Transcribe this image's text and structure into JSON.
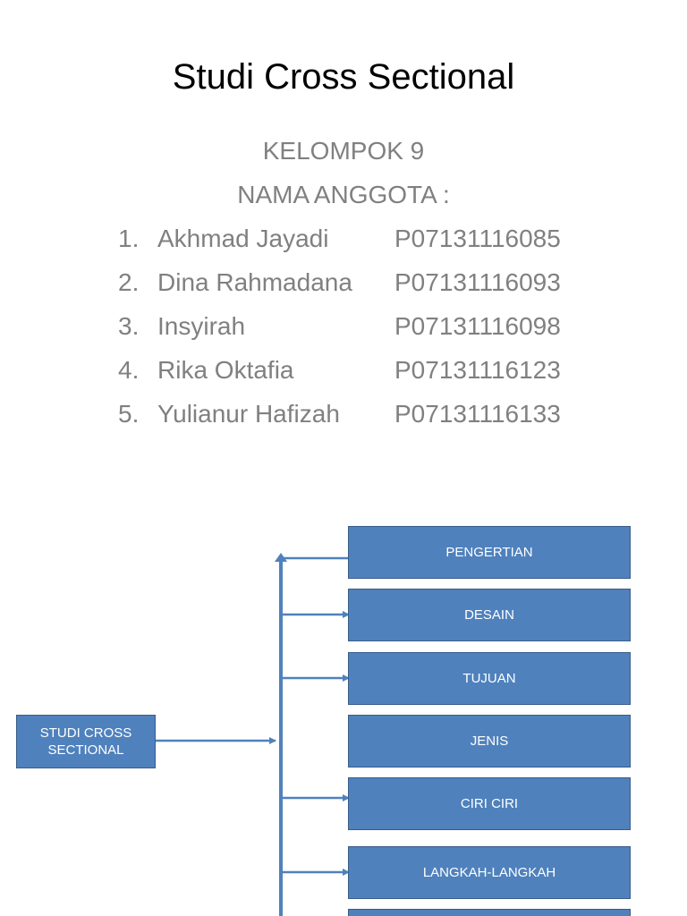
{
  "slide": {
    "title": "Studi Cross Sectional",
    "group": "KELOMPOK 9",
    "members_heading": "NAMA ANGGOTA :",
    "members": [
      {
        "num": "1.",
        "name": "Akhmad Jayadi",
        "nim": "P07131116085"
      },
      {
        "num": "2.",
        "name": "Dina Rahmadana",
        "nim": "P07131116093"
      },
      {
        "num": "3.",
        "name": "Insyirah",
        "nim": "P07131116098"
      },
      {
        "num": "4.",
        "name": "Rika Oktafia",
        "nim": "P07131116123"
      },
      {
        "num": "5.",
        "name": "Yulianur Hafizah",
        "nim": "P07131116133"
      }
    ]
  },
  "diagram": {
    "root": "STUDI CROSS SECTIONAL",
    "branches": [
      "PENGERTIAN",
      "DESAIN",
      "TUJUAN",
      "JENIS",
      "CIRI CIRI",
      "LANGKAH-LANGKAH"
    ],
    "colors": {
      "box_fill": "#4f81bd",
      "box_border": "#385d8a",
      "text": "#ffffff"
    }
  }
}
